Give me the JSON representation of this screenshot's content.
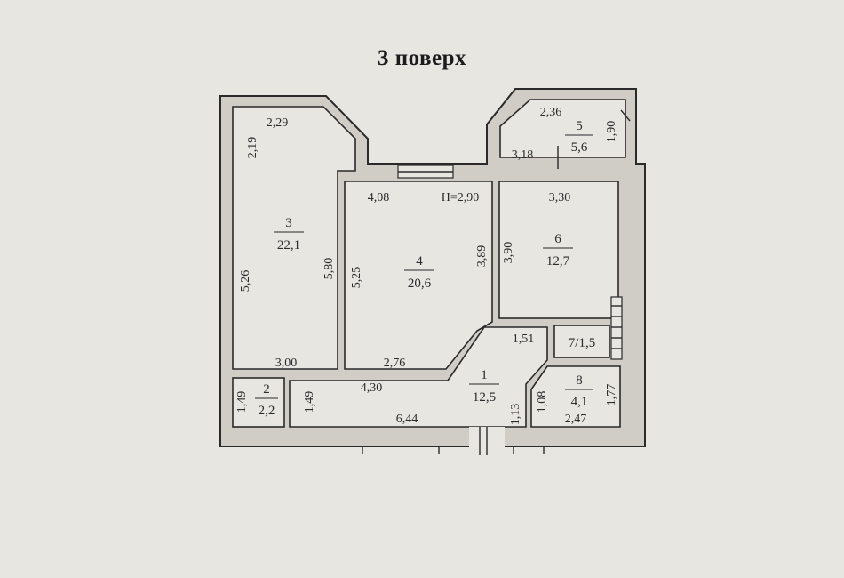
{
  "title": "3 поверх",
  "rooms": {
    "r1": {
      "num": "1",
      "area": "12,5"
    },
    "r2": {
      "num": "2",
      "area": "2,2"
    },
    "r3": {
      "num": "3",
      "area": "22,1"
    },
    "r4": {
      "num": "4",
      "area": "20,6"
    },
    "r5": {
      "num": "5",
      "area": "5,6"
    },
    "r6": {
      "num": "6",
      "area": "12,7"
    },
    "r7": {
      "label": "7/1,5"
    },
    "r8": {
      "num": "8",
      "area": "4,1"
    }
  },
  "dims": {
    "d229": "2,29",
    "d219": "2,19",
    "d526": "5,26",
    "d580": "5,80",
    "d300": "3,00",
    "d408": "4,08",
    "h290": "Н=2,90",
    "d525": "5,25",
    "d389": "3,89",
    "d276": "2,76",
    "d236": "2,36",
    "d318": "3,18",
    "d190": "1,90",
    "d330": "3,30",
    "d390": "3,90",
    "d151": "1,51",
    "d430": "4,30",
    "d644": "6,44",
    "d113": "1,13",
    "d149a": "1,49",
    "d149b": "1,49",
    "d108": "1,08",
    "d247": "2,47",
    "d177": "1,77"
  }
}
